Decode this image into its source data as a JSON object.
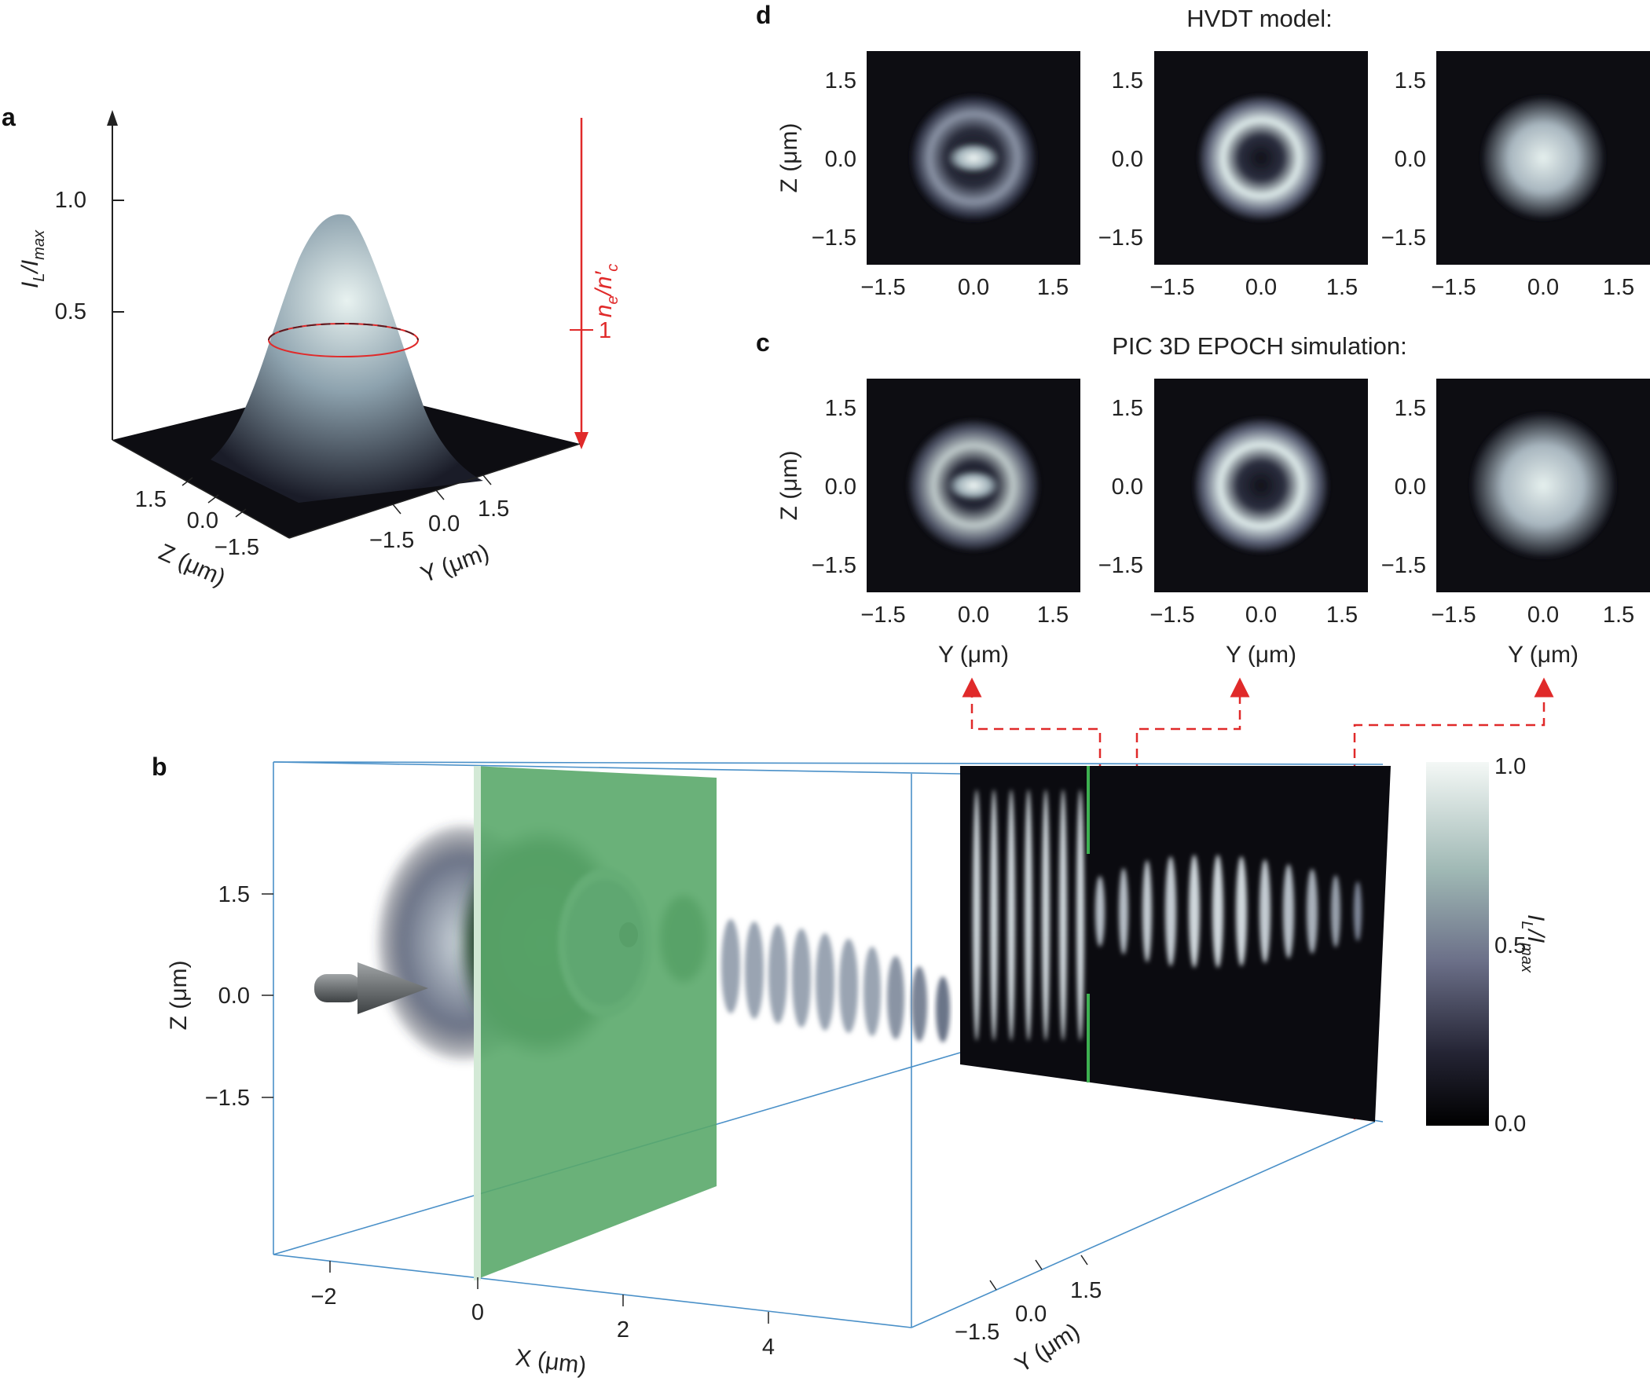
{
  "panels": {
    "a": {
      "letter": "a",
      "y_axis_label": "I",
      "y_axis_sub1": "L",
      "y_axis_mid": "/I",
      "y_axis_sub2": "max",
      "y_ticks": [
        "1.0",
        "0.5"
      ],
      "right_axis_label": "n",
      "right_axis_sub1": "e",
      "right_axis_mid": "/n′",
      "right_axis_sub2": "c",
      "right_tick": "1",
      "z_ticks": [
        "1.5",
        "0.0",
        "−1.5"
      ],
      "y_base_ticks": [
        "−1.5",
        "0.0",
        "1.5"
      ],
      "z_axis_label": "Z (μm)",
      "y_base_label": "Y (μm)"
    },
    "d": {
      "letter": "d",
      "title": "HVDT model:",
      "z_axis_label": "Z (μm)",
      "ticks": [
        "1.5",
        "0.0",
        "−1.5"
      ],
      "x_ticks": [
        "−1.5",
        "0.0",
        "1.5"
      ]
    },
    "c": {
      "letter": "c",
      "title": "PIC 3D EPOCH simulation:",
      "z_axis_label": "Z (μm)",
      "ticks": [
        "1.5",
        "0.0",
        "−1.5"
      ],
      "x_ticks": [
        "−1.5",
        "0.0",
        "1.5"
      ],
      "y_axis_label": "Y (μm)"
    },
    "b": {
      "letter": "b",
      "z_ticks": [
        "1.5",
        "0.0",
        "−1.5"
      ],
      "z_axis_label": "Z (μm)",
      "x_ticks": [
        "−2",
        "0",
        "2",
        "4"
      ],
      "x_axis_label": "X (μm)",
      "y_ticks": [
        "−1.5",
        "0.0",
        "1.5"
      ],
      "y_axis_label": "Y (μm)",
      "colorbar_ticks": [
        "1.0",
        "0.5",
        "0.0"
      ],
      "colorbar_label": "I",
      "colorbar_sub1": "L",
      "colorbar_mid": "/I",
      "colorbar_sub2": "max"
    }
  },
  "colors": {
    "red_accent": "#e02a2a",
    "target_green": "#5aa86a",
    "box_blue": "#4a90c8",
    "beam_light": "#dbeaea",
    "background_dark": "#0d0d12"
  }
}
